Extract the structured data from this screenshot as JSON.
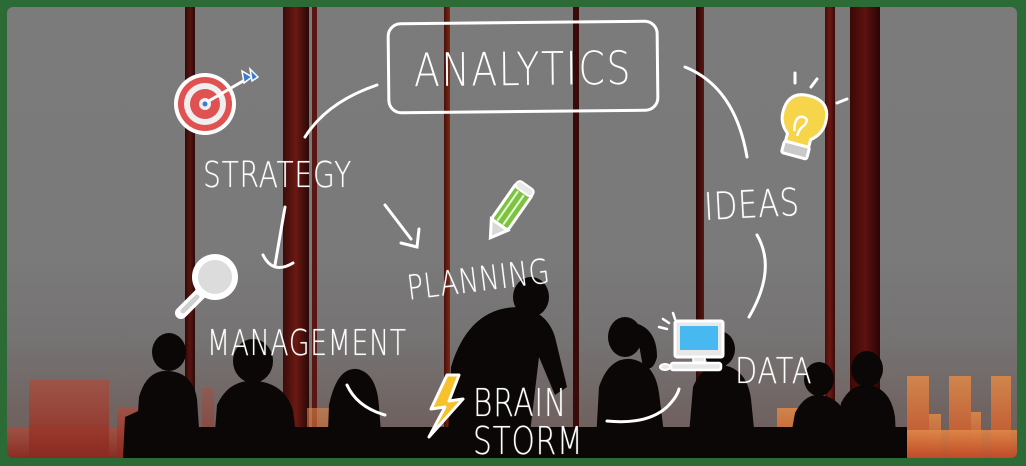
{
  "image": {
    "description": "Hand-drawn analytics concept diagram over a silhouetted business meeting photo",
    "frame_color": "#2c6a36",
    "background_color": "#7a7a7a"
  },
  "diagram": {
    "center_title": "ANALYTICS",
    "nodes": [
      {
        "id": "strategy",
        "label": "STRATEGY",
        "icon": "target-icon"
      },
      {
        "id": "planning",
        "label": "PLANNING",
        "icon": "pencil-icon"
      },
      {
        "id": "ideas",
        "label": "IDEAS",
        "icon": "lightbulb-icon"
      },
      {
        "id": "management",
        "label": "MANAGEMENT",
        "icon": "magnifier-icon"
      },
      {
        "id": "data",
        "label": "DATA",
        "icon": "computer-icon"
      },
      {
        "id": "brainstorm_line1",
        "label": "BRAIN",
        "icon": "lightning-icon"
      },
      {
        "id": "brainstorm_line2",
        "label": "STORM"
      }
    ],
    "colors": {
      "stroke": "#ffffff",
      "target_red": "#e05252",
      "arrow_blue": "#3a7bd5",
      "pencil_green": "#7dc242",
      "bulb_yellow": "#f6d54a",
      "screen_blue": "#47b8f0",
      "bolt_yellow": "#f5c22b"
    }
  }
}
